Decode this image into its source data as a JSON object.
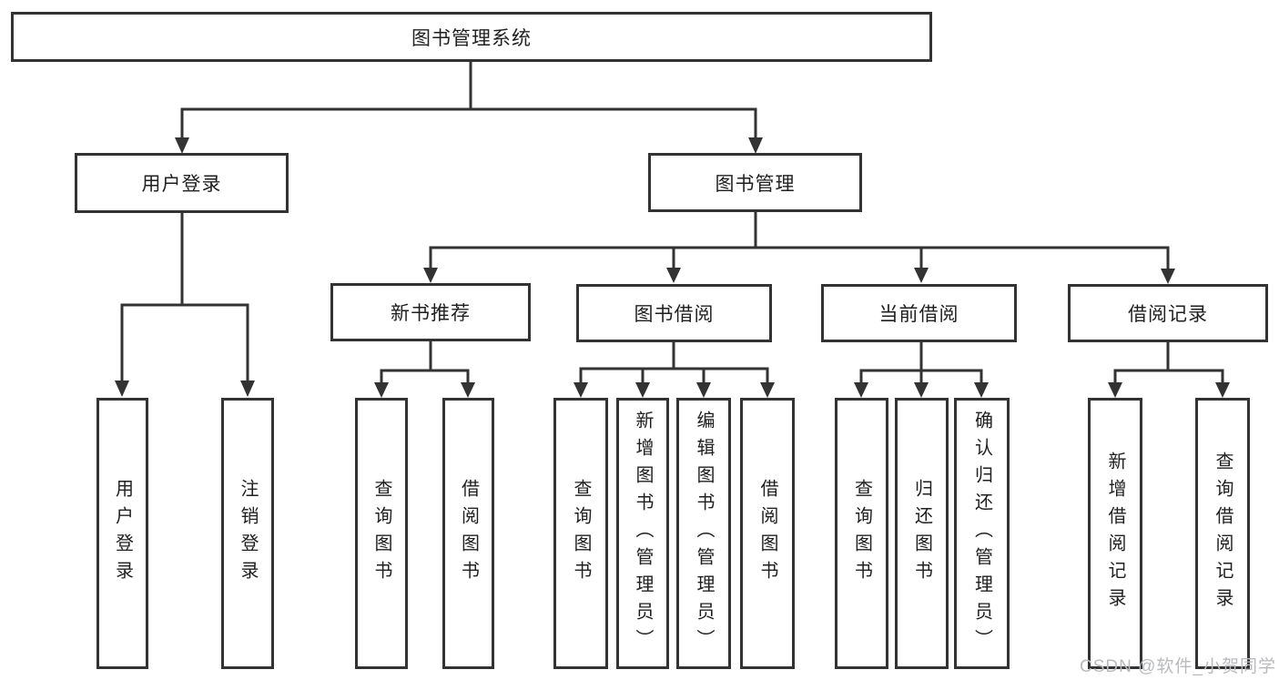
{
  "diagram": {
    "type": "hierarchy",
    "colors": {
      "line": "#333333",
      "box_border": "#333333",
      "text": "#1f1f1f",
      "background": "#ffffff",
      "watermark": "#b8babd"
    },
    "root": {
      "label": "图书管理系统"
    },
    "branches": [
      {
        "label": "用户登录",
        "children": [
          {
            "label": "用户登录"
          },
          {
            "label": "注销登录"
          }
        ]
      },
      {
        "label": "图书管理",
        "children": [
          {
            "label": "新书推荐",
            "children": [
              {
                "label": "查询图书"
              },
              {
                "label": "借阅图书"
              }
            ]
          },
          {
            "label": "图书借阅",
            "children": [
              {
                "label": "查询图书"
              },
              {
                "label": "新增图书（管理员）"
              },
              {
                "label": "编辑图书（管理员）"
              },
              {
                "label": "借阅图书"
              }
            ]
          },
          {
            "label": "当前借阅",
            "children": [
              {
                "label": "查询图书"
              },
              {
                "label": "归还图书"
              },
              {
                "label": "确认归还（管理员）"
              }
            ]
          },
          {
            "label": "借阅记录",
            "children": [
              {
                "label": "新增借阅记录"
              },
              {
                "label": "查询借阅记录"
              }
            ]
          }
        ]
      }
    ],
    "watermark": "CSDN @软件_小贺同学"
  }
}
